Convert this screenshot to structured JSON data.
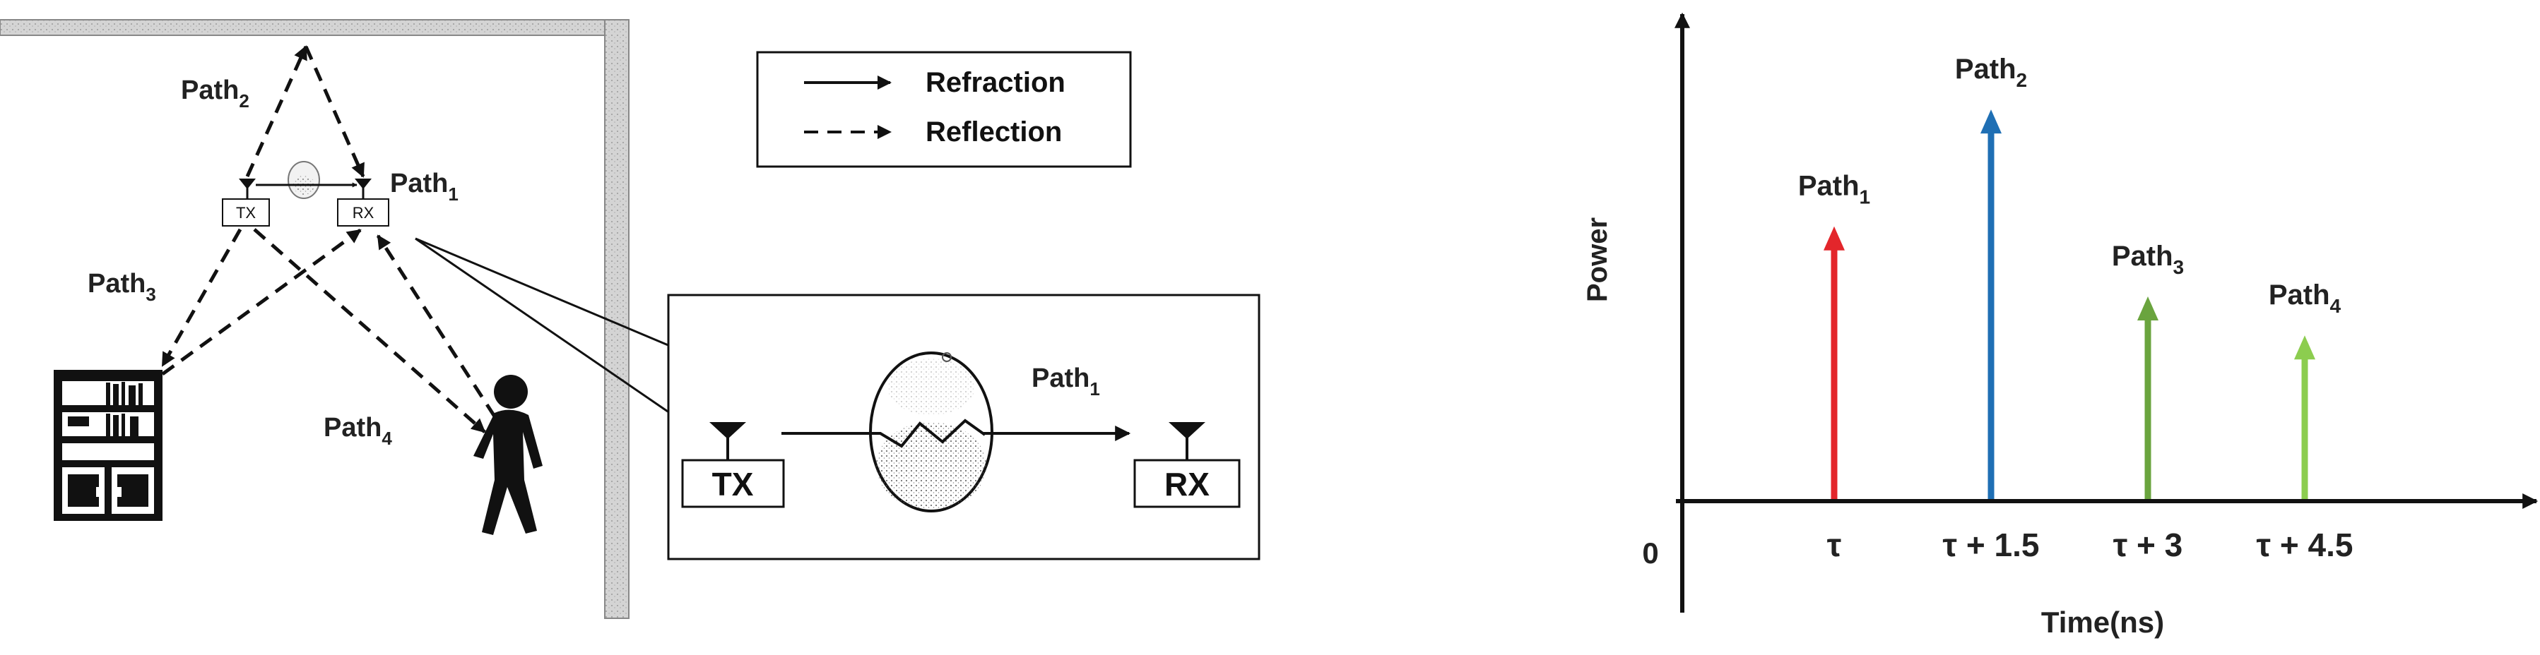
{
  "legend": {
    "refraction": "Refraction",
    "reflection": "Reflection"
  },
  "scene": {
    "tx_label": "TX",
    "rx_label": "RX",
    "paths": [
      {
        "base": "Path",
        "sub": "1"
      },
      {
        "base": "Path",
        "sub": "2"
      },
      {
        "base": "Path",
        "sub": "3"
      },
      {
        "base": "Path",
        "sub": "4"
      }
    ]
  },
  "zoom": {
    "tx_label": "TX",
    "rx_label": "RX",
    "path": {
      "base": "Path",
      "sub": "1"
    }
  },
  "chart": {
    "ylabel": "Power",
    "xlabel": "Time(ns)",
    "origin": "0"
  },
  "chart_data": {
    "type": "bar",
    "xlabel": "Time(ns)",
    "ylabel": "Power",
    "origin_label": "0",
    "categories": [
      "τ",
      "τ + 1.5",
      "τ + 3",
      "τ + 4.5"
    ],
    "x": [
      0,
      1.5,
      3,
      4.5
    ],
    "values": [
      0.7,
      1.0,
      0.52,
      0.42
    ],
    "labels": [
      {
        "base": "Path",
        "sub": "1"
      },
      {
        "base": "Path",
        "sub": "2"
      },
      {
        "base": "Path",
        "sub": "3"
      },
      {
        "base": "Path",
        "sub": "4"
      }
    ],
    "colors": [
      "#e3262b",
      "#1f6fb4",
      "#6aa43e",
      "#8ccd4f"
    ],
    "ylim": [
      0,
      1.1
    ],
    "grid": false
  }
}
